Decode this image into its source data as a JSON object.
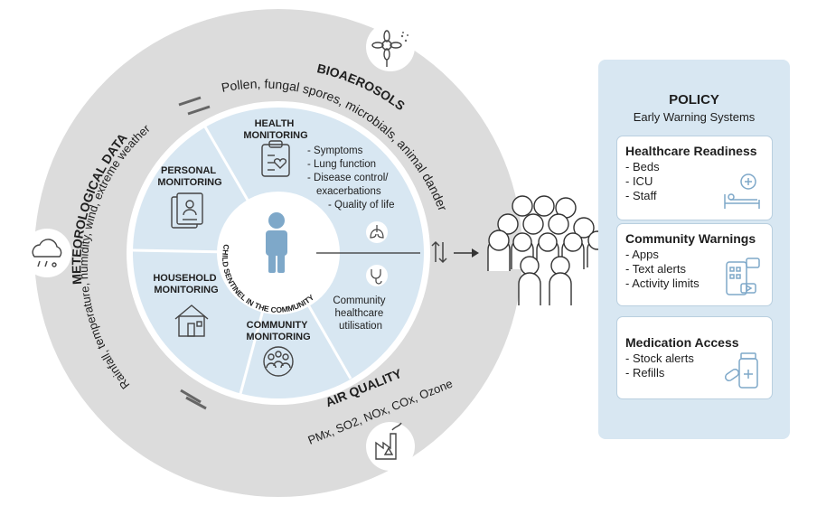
{
  "outer_ring": {
    "bioaerosols": {
      "title": "BIOAEROSOLS",
      "text": "Pollen, fungal spores, microbials, animal dander",
      "icon": "flower-icon"
    },
    "meteorological": {
      "title": "METEOROLOGICAL DATA",
      "text": "Rainfall, temperature, humidity, wind, extreme weather",
      "icon": "weather-cloud-icon"
    },
    "air_quality": {
      "title": "AIR QUALITY",
      "text": "PMx, SO2, NOx, COx, Ozone",
      "icon": "factory-icon"
    }
  },
  "inner_ring": {
    "health": {
      "title_line1": "HEALTH",
      "title_line2": "MONITORING",
      "items": [
        "- Symptoms",
        "- Lung function",
        "- Disease control/",
        "exacerbations",
        "- Quality of life"
      ]
    },
    "personal": {
      "title_line1": "PERSONAL",
      "title_line2": "MONITORING"
    },
    "household": {
      "title_line1": "HOUSEHOLD",
      "title_line2": "MONITORING"
    },
    "community": {
      "title_line1": "COMMUNITY",
      "title_line2": "MONITORING"
    },
    "healthcare_use": {
      "line1": "Community",
      "line2": "healthcare",
      "line3": "utilisation"
    }
  },
  "center": {
    "label": "CHILD SENTINEL IN THE COMMUNITY"
  },
  "policy": {
    "title": "POLICY",
    "subtitle": "Early Warning Systems",
    "cards": [
      {
        "title": "Healthcare Readiness",
        "items": [
          "- Beds",
          "- ICU",
          "- Staff"
        ],
        "icon": "hospital-bed-icon"
      },
      {
        "title": "Community Warnings",
        "items": [
          "- Apps",
          "- Text alerts",
          "- Activity limits"
        ],
        "icon": "phone-alerts-icon"
      },
      {
        "title": "Medication Access",
        "items": [
          "- Stock alerts",
          "- Refills"
        ],
        "icon": "medicine-bottle-icon"
      }
    ]
  },
  "colors": {
    "outer_ring": "#dcdcdc",
    "inner_ring": "#d8e7f2",
    "policy_panel": "#d8e7f2",
    "child": "#7ea8c9"
  }
}
